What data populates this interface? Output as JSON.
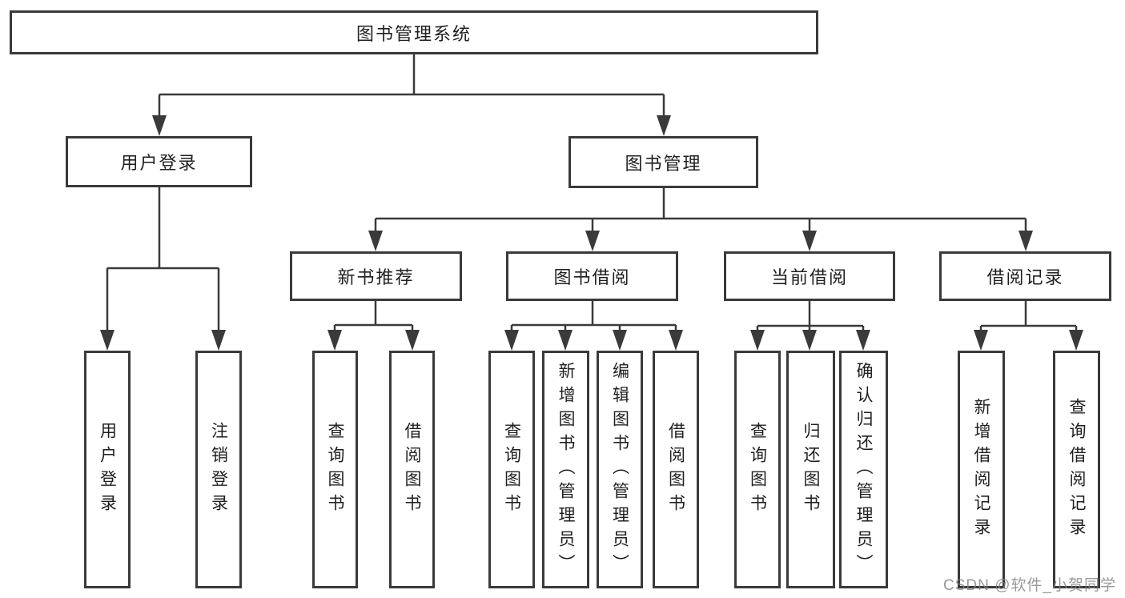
{
  "diagram": {
    "type": "hierarchy-tree",
    "nodes": {
      "root": {
        "label": "图书管理系统"
      },
      "user_login": {
        "label": "用户登录"
      },
      "book_mgmt": {
        "label": "图书管理"
      },
      "new_book_rec": {
        "label": "新书推荐"
      },
      "book_borrow": {
        "label": "图书借阅"
      },
      "current_borrow": {
        "label": "当前借阅"
      },
      "borrow_records": {
        "label": "借阅记录"
      },
      "ul_user_login": {
        "label": "用户登录"
      },
      "ul_logout": {
        "label": "注销登录"
      },
      "nbr_query_book": {
        "label": "查询图书"
      },
      "nbr_borrow_book": {
        "label": "借阅图书"
      },
      "bb_query_book": {
        "label": "查询图书"
      },
      "bb_add_book": {
        "label": "新增图书（管理员）"
      },
      "bb_edit_book": {
        "label": "编辑图书（管理员）"
      },
      "bb_borrow_book": {
        "label": "借阅图书"
      },
      "cb_query_book": {
        "label": "查询图书"
      },
      "cb_return_book": {
        "label": "归还图书"
      },
      "cb_confirm_return": {
        "label": "确认归还（管理员）"
      },
      "br_add_record": {
        "label": "新增借阅记录"
      },
      "br_query_record": {
        "label": "查询借阅记录"
      }
    },
    "hierarchy": {
      "图书管理系统": [
        "用户登录",
        "图书管理"
      ],
      "用户登录": [
        "用户登录",
        "注销登录"
      ],
      "图书管理": [
        "新书推荐",
        "图书借阅",
        "当前借阅",
        "借阅记录"
      ],
      "新书推荐": [
        "查询图书",
        "借阅图书"
      ],
      "图书借阅": [
        "查询图书",
        "新增图书（管理员）",
        "编辑图书（管理员）",
        "借阅图书"
      ],
      "当前借阅": [
        "查询图书",
        "归还图书",
        "确认归还（管理员）"
      ],
      "借阅记录": [
        "新增借阅记录",
        "查询借阅记录"
      ]
    },
    "colors": {
      "line": "#3a3a3a",
      "node_border": "#3a3a3a",
      "node_background": "#ffffff",
      "text": "#1f1f1f",
      "page_background": "#ffffff"
    }
  },
  "watermark": {
    "text": "CSDN @软件_小贺同学",
    "color": "#808080"
  }
}
